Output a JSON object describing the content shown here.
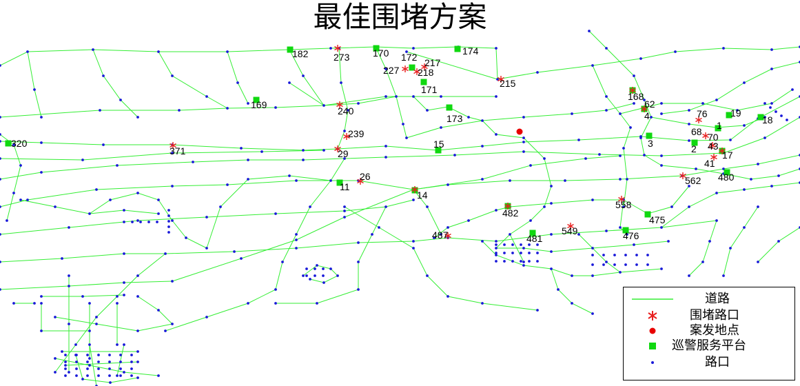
{
  "title": "最佳围堵方案",
  "colors": {
    "road": "#33ee33",
    "intersection": "#1a1ad9",
    "blockade": "#e82020",
    "crime_scene": "#e80000",
    "platform": "#10d810"
  },
  "legend": {
    "road": "道路",
    "blockade": "围堵路口",
    "crime_scene": "案发地点",
    "platform": "巡警服务平台",
    "intersection": "路口"
  },
  "labels": {
    "n182": "182",
    "n273": "273",
    "n170": "170",
    "n172": "172",
    "n217": "217",
    "n174": "174",
    "n227": "227",
    "n218": "218",
    "n215": "215",
    "n171": "171",
    "n169": "169",
    "n240": "240",
    "n239": "239",
    "n173": "173",
    "n29": "29",
    "n15": "15",
    "n320": "320",
    "n371": "371",
    "n11": "11",
    "n26": "26",
    "n14": "14",
    "n168": "168",
    "n62": "62",
    "n4": "4",
    "n76": "76",
    "n19": "19",
    "n18": "18",
    "n1": "1",
    "n68": "68",
    "n70": "70",
    "n3": "3",
    "n2": "2",
    "n43": "43",
    "n17": "17",
    "n41": "41",
    "n562": "562",
    "n480": "480",
    "n558": "558",
    "n482": "482",
    "n475": "475",
    "n487": "487",
    "n481": "481",
    "n549": "549",
    "n476": "476"
  },
  "platforms": [
    "182",
    "170",
    "172",
    "174",
    "171",
    "169",
    "173",
    "15",
    "320",
    "11",
    "14",
    "168",
    "4",
    "19",
    "18",
    "1",
    "3",
    "2",
    "17",
    "480",
    "482",
    "475",
    "481",
    "476"
  ],
  "blockades": [
    "273",
    "217",
    "227",
    "218",
    "215",
    "240",
    "239",
    "29",
    "371",
    "26",
    "14",
    "168",
    "62",
    "76",
    "70",
    "43",
    "41",
    "562",
    "558",
    "482",
    "487",
    "549",
    "17"
  ]
}
